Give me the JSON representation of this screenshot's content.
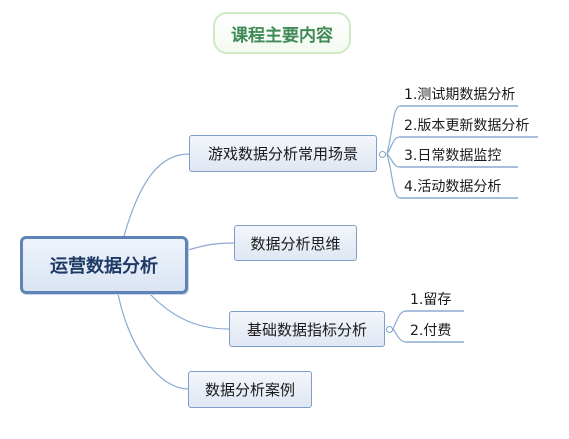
{
  "title": "课程主要内容",
  "root": "运营数据分析",
  "branches": [
    {
      "label": "游戏数据分析常用场景",
      "children": [
        "1.测试期数据分析",
        "2.版本更新数据分析",
        "3.日常数据监控",
        "4.活动数据分析"
      ]
    },
    {
      "label": "数据分析思维",
      "children": []
    },
    {
      "label": "基础数据指标分析",
      "children": [
        "1.留存",
        "2.付费"
      ]
    },
    {
      "label": "数据分析案例",
      "children": []
    }
  ],
  "colors": {
    "line": "#8aaad0",
    "node_border": "#7f9fc9",
    "root_border": "#5e84b6",
    "title_text": "#3f8a57"
  }
}
